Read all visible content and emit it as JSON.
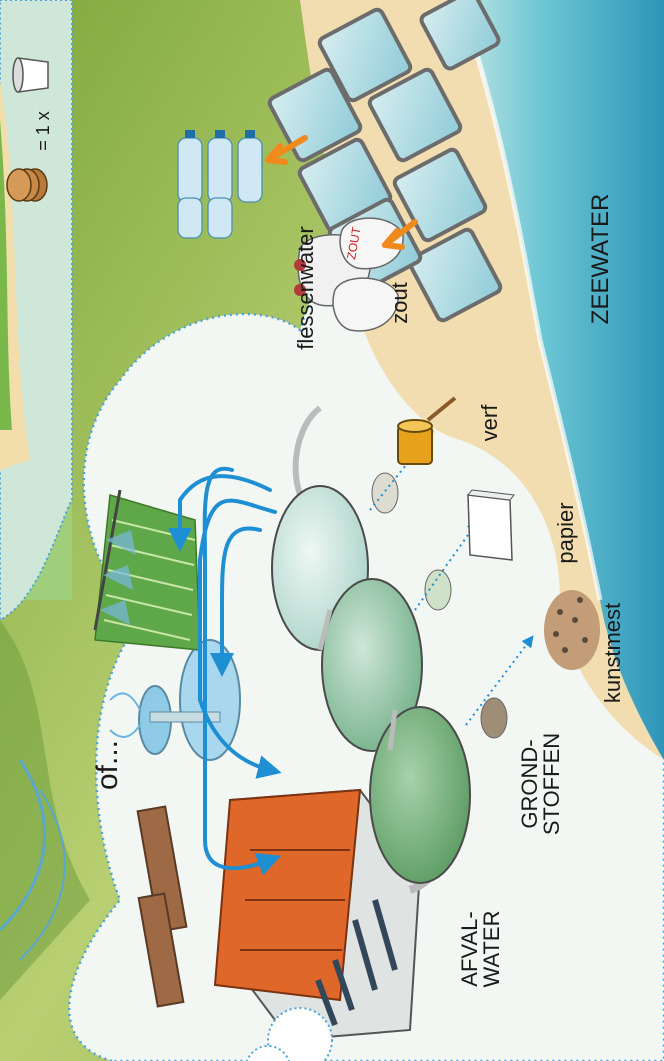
{
  "labels": {
    "of": "of...",
    "afvalwater_1": "AFVAL-",
    "afvalwater_2": "WATER",
    "grondstoffen_1": "GROND-",
    "grondstoffen_2": "STOFFEN",
    "kunstmest": "kunstmest",
    "papier": "papier",
    "verf": "verf",
    "zout": "zout",
    "flessenwater": "flessenwater",
    "zeewater": "ZEEWATER",
    "legend_equals": "= 1 x"
  },
  "colors": {
    "arrow_blue": "#1e8fd2",
    "arrow_orange": "#f08a1c",
    "bubble_outline": "#4aa3d8",
    "tank_green": "#7fb58f",
    "roof_orange": "#e0672a",
    "sea": "#4fb3c9",
    "sand": "#f1ddb0"
  },
  "icons": [
    "factory-icon",
    "fountain-icon",
    "irrigation-field-icon",
    "tank-icon",
    "paint-bucket-icon",
    "paper-stack-icon",
    "fertilizer-pile-icon",
    "salt-bag-icon",
    "water-bottle-icon",
    "salt-pond-icon",
    "bucket-icon",
    "coin-stack-icon"
  ]
}
